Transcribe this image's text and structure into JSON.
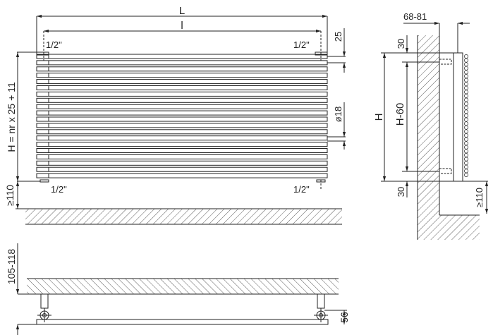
{
  "front_view": {
    "overall_length": "L",
    "centre_distance": "l",
    "height_formula": "H = nr x 25 + 11",
    "floor_clearance": "≥110",
    "connection_top_left": "1/2\"",
    "connection_top_right": "1/2\"",
    "connection_bottom_left": "1/2\"",
    "connection_bottom_right": "1/2\"",
    "tube_pitch": "25",
    "tube_diameter": "ø18"
  },
  "side_view": {
    "wall_distance": "68-81",
    "top_offset": "30",
    "bottom_offset": "30",
    "height": "H",
    "bracket_distance": "H-60",
    "floor_clearance": "≥110"
  },
  "top_view": {
    "depth": "105-118",
    "axis_offset": "56"
  },
  "colors": {
    "line": "#222222",
    "background": "#ffffff"
  }
}
